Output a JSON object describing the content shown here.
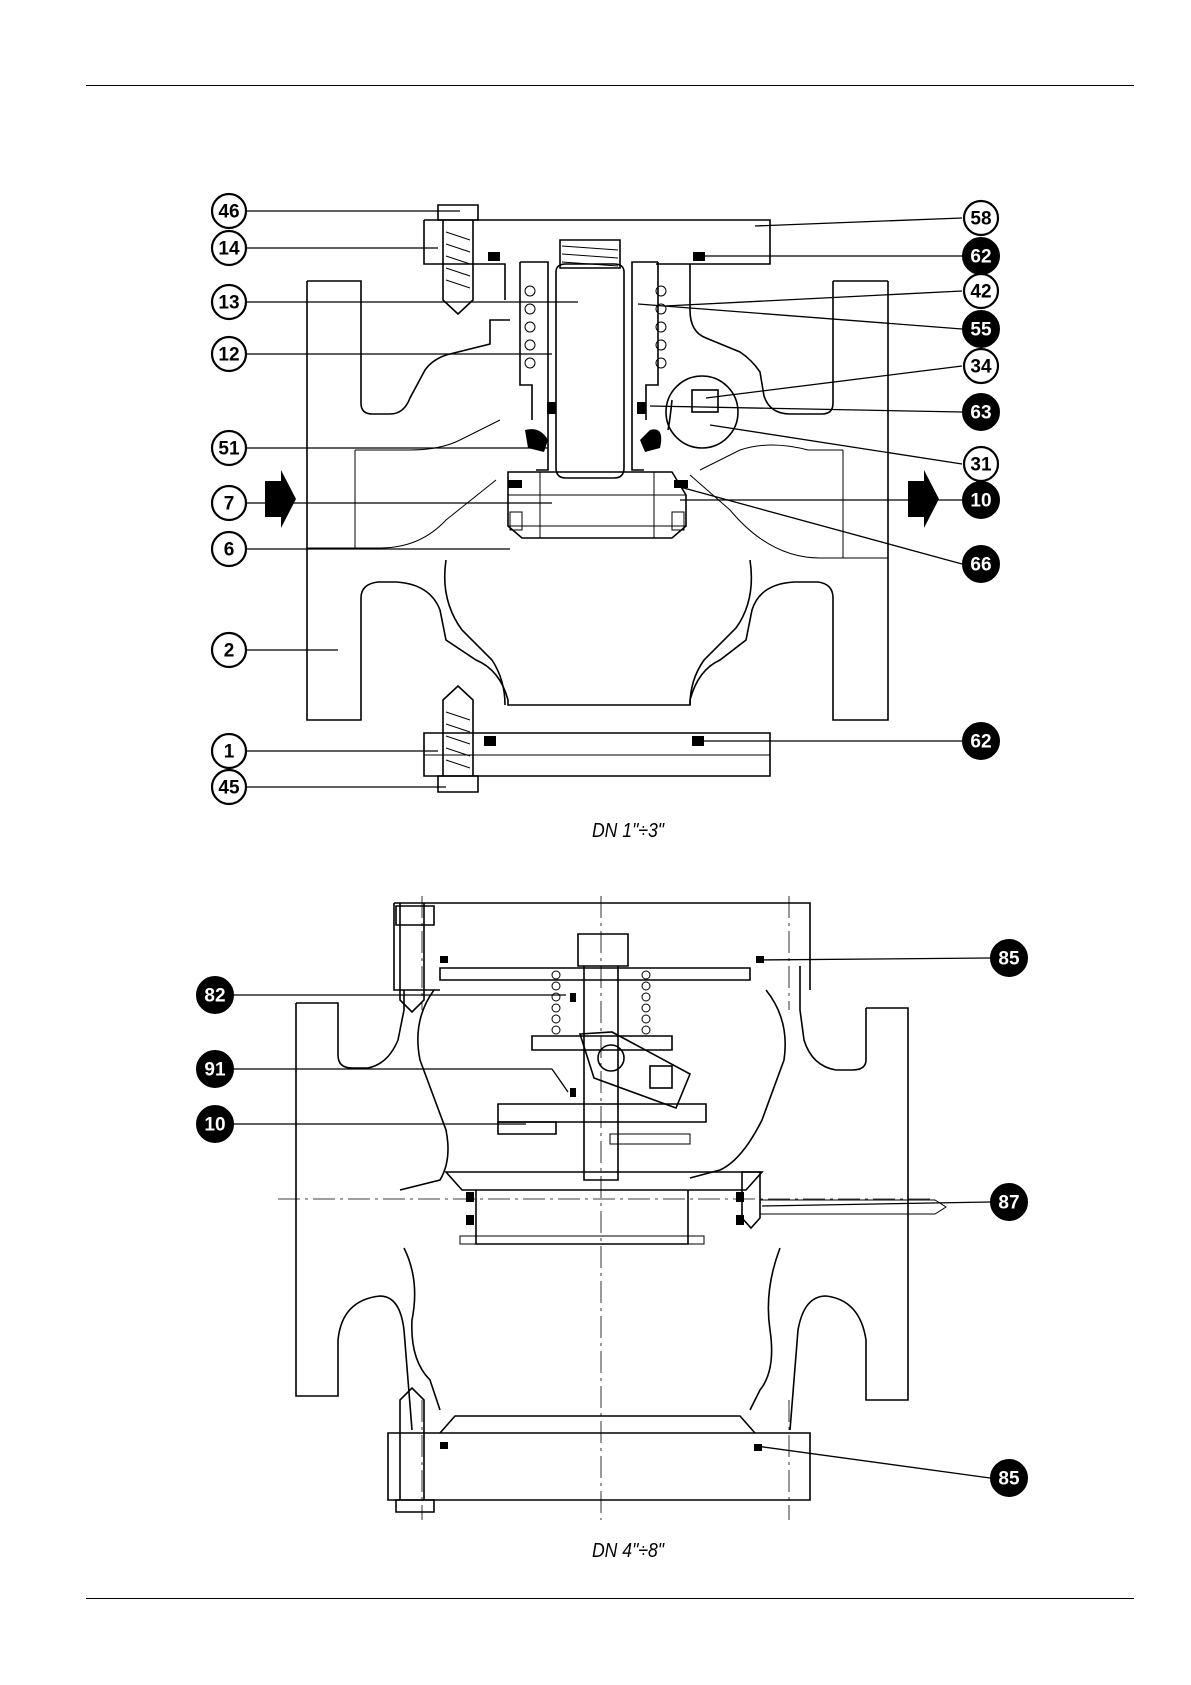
{
  "figure_top": {
    "caption": "DN 1\"÷3\"",
    "callouts_left": [
      "46",
      "14",
      "13",
      "12",
      "51",
      "7",
      "6",
      "2",
      "1",
      "45"
    ],
    "callouts_right": [
      "58",
      "62",
      "42",
      "55",
      "34",
      "63",
      "31",
      "10",
      "66",
      "62"
    ],
    "filled_callouts": [
      "62",
      "55",
      "63",
      "10",
      "66"
    ]
  },
  "figure_bottom": {
    "caption": "DN 4\"÷8\"",
    "callouts_left": [
      "82",
      "91",
      "10"
    ],
    "callouts_right": [
      "85",
      "87",
      "85"
    ]
  },
  "colors": {
    "ink": "#000000",
    "paper": "#ffffff"
  }
}
